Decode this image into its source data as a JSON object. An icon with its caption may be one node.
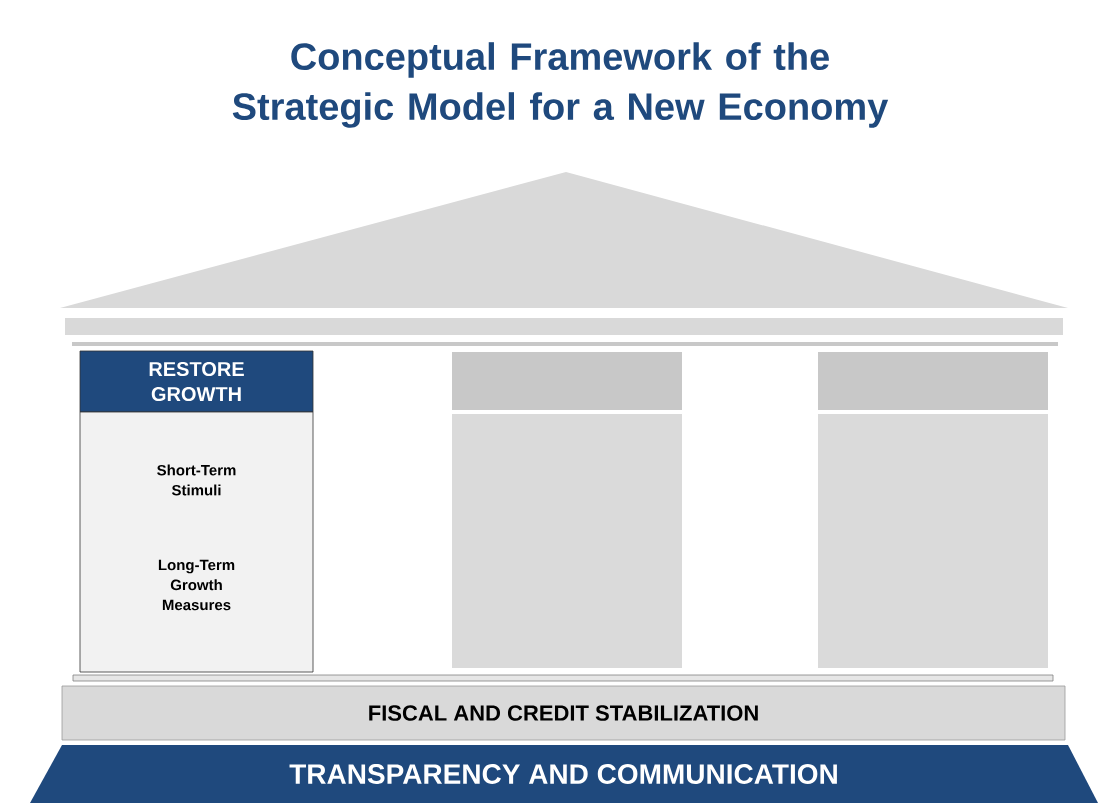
{
  "diagram": {
    "title": "Conceptual Framework of the Strategic Model for a New Economy",
    "nodes": [
      {
        "text": [],
        "shape": "triangle"
      },
      {
        "text": [],
        "shape": "bar"
      },
      {
        "text": [
          "RESTORE GROWTH"
        ]
      },
      {
        "text": [
          "Short-Term Stimuli",
          "Long-Term Growth Measures"
        ]
      },
      {
        "text": [],
        "shape": "box"
      },
      {
        "text": [],
        "shape": "box"
      },
      {
        "text": [],
        "shape": "box"
      },
      {
        "text": [],
        "shape": "box"
      },
      {
        "text": [],
        "shape": "bar"
      },
      {
        "text": [
          "FISCAL AND CREDIT STABILIZATION"
        ]
      },
      {
        "text": [
          "TRANSPARENCY AND COMMUNICATION"
        ]
      }
    ],
    "edges": []
  }
}
